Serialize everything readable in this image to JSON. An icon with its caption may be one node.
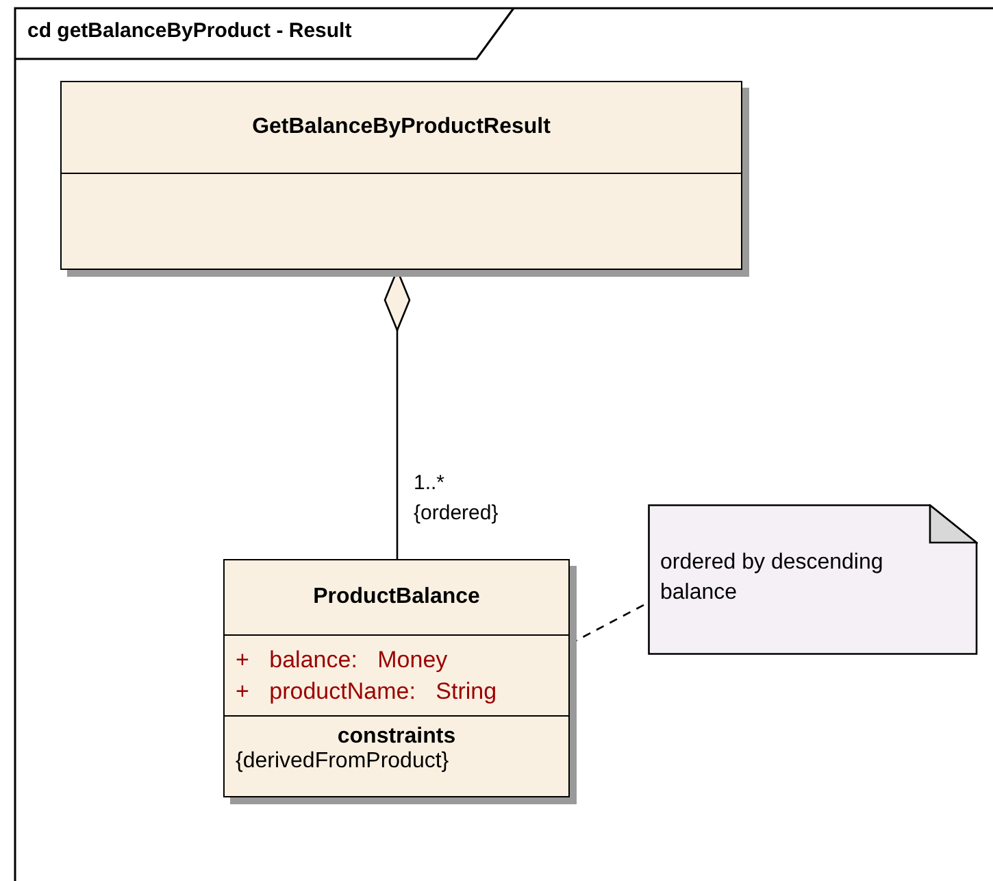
{
  "diagram": {
    "title": "cd getBalanceByProduct - Result",
    "nodes": [
      {
        "text": [
          "GetBalanceByProductResult"
        ]
      },
      {
        "text": [
          "ProductBalance",
          "+ balance: Money",
          "+ productName: String",
          "constraints",
          "{derivedFromProduct}"
        ]
      },
      {
        "text": [
          "ordered by descending balance"
        ]
      }
    ],
    "edges": [
      {
        "from": 1,
        "to": 0,
        "arrow": "other",
        "label": "1..* {ordered}"
      },
      {
        "from": 1,
        "to": 2,
        "arrow": "none",
        "style": "dashed"
      }
    ]
  }
}
